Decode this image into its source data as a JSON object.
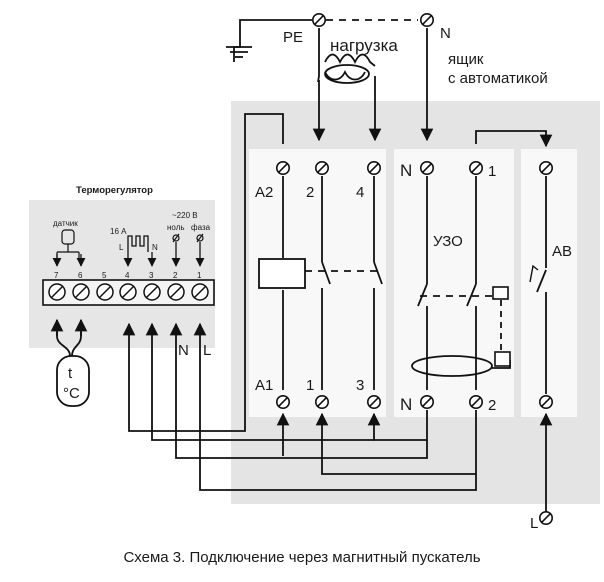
{
  "caption": "Схема 3. Подключение через магнитный пускатель",
  "top": {
    "pe": "PE",
    "load": "нагрузка",
    "n": "N",
    "box_line1": "ящик",
    "box_line2": "с автоматикой"
  },
  "thermostat": {
    "title": "Терморегулятор",
    "sensor": "датчик",
    "current": "16 А",
    "load_l": "L",
    "load_n": "N",
    "voltage": "~220 В",
    "neutral": "ноль",
    "phase": "фаза",
    "terminals": [
      "7",
      "6",
      "5",
      "4",
      "3",
      "2",
      "1"
    ],
    "wire_n": "N",
    "wire_l": "L",
    "sensor_t": "t",
    "sensor_unit": "°C"
  },
  "contactor": {
    "a2": "A2",
    "t2": "2",
    "t4": "4",
    "a1": "A1",
    "t1": "1",
    "t3": "3"
  },
  "rcd": {
    "label": "УЗО",
    "n_top": "N",
    "t1": "1",
    "n_bottom": "N",
    "t2": "2"
  },
  "breaker": {
    "label": "АВ",
    "l_in": "L"
  }
}
